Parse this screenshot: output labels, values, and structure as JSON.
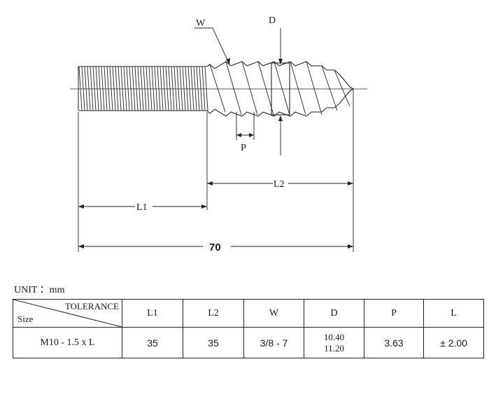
{
  "drawing": {
    "labels": {
      "w": "W",
      "d": "D",
      "p": "P",
      "l1": "L1",
      "l2": "L2",
      "total": "70"
    }
  },
  "unit_label": "UNIT ：mm",
  "table": {
    "corner_top": "TOLERANCE",
    "corner_bottom": "Size",
    "headers": [
      "L1",
      "L2",
      "W",
      "D",
      "P",
      "L"
    ],
    "row": {
      "size": "M10 - 1.5 x L",
      "l1": "35",
      "l2": "35",
      "w": "3/8 - 7",
      "d_top": "10.40",
      "d_bottom": "11.20",
      "p": "3.63",
      "l": "± 2.00"
    }
  }
}
